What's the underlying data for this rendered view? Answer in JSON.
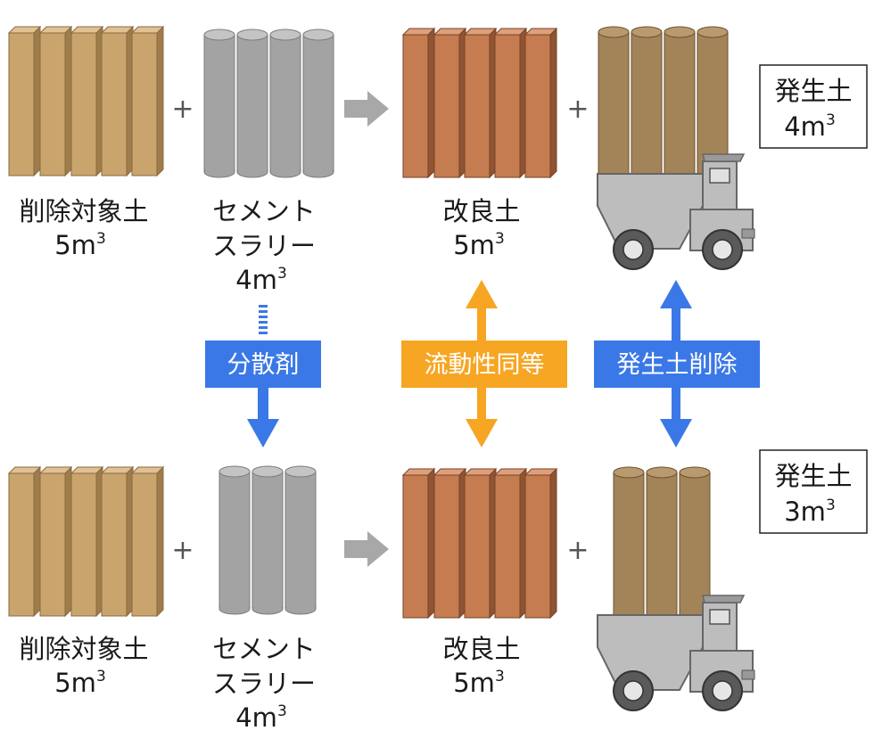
{
  "colors": {
    "soil_board": "#c9a46c",
    "soil_board_side": "#9e7c4c",
    "soil_board_top": "#dfc195",
    "cement_cylinder": "#a3a3a3",
    "improved_board": "#c47c50",
    "improved_board_side": "#8e5434",
    "improved_board_top": "#dda07c",
    "log_fill": "#a38459",
    "blue_label": "#3b78e7",
    "orange_label": "#f6a623",
    "process_arrow": "#a8a8a8"
  },
  "top_row": {
    "soil": {
      "name": "削除対象土",
      "volume": "5m",
      "exp": "3"
    },
    "slurry": {
      "name_line1": "セメント",
      "name_line2": "スラリー",
      "volume": "4m",
      "exp": "3"
    },
    "improved": {
      "name": "改良土",
      "volume": "5m",
      "exp": "3"
    },
    "surplus": {
      "name": "発生土",
      "volume": "4m",
      "exp": "3"
    },
    "plus": "+"
  },
  "bottom_row": {
    "soil": {
      "name": "削除対象土",
      "volume": "5m",
      "exp": "3"
    },
    "slurry": {
      "name_line1": "セメント",
      "name_line2": "スラリー",
      "volume": "4m",
      "exp": "3"
    },
    "improved": {
      "name": "改良土",
      "volume": "5m",
      "exp": "3"
    },
    "surplus": {
      "name": "発生土",
      "volume": "3m",
      "exp": "3"
    },
    "plus": "+"
  },
  "labels": {
    "dispersant": "分散剤",
    "same_fluidity": "流動性同等",
    "surplus_reduction": "発生土削除"
  },
  "icons": [
    "dump-truck-icon",
    "arrow-right-icon",
    "double-arrow-icon"
  ]
}
